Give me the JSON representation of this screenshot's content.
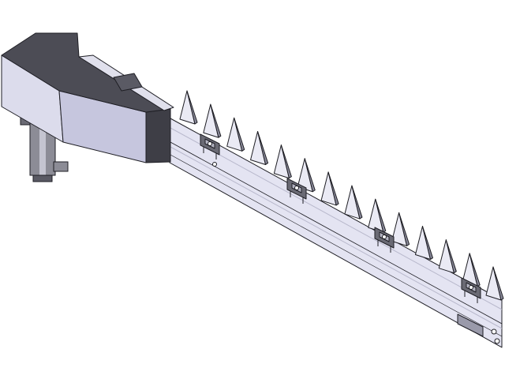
{
  "scene": {
    "subject": "cutter-bar-cad-render",
    "colors": {
      "background": "#ffffff",
      "housing_top": "#4c4c55",
      "housing_left": "#dcdcec",
      "housing_front": "#c6c6de",
      "housing_side": "#3e3e46",
      "bar_face": "#e4e4f2",
      "bar_edge": "#b8b8cc",
      "tooth_light": "#eaeaf4",
      "tooth_dark": "#8a8a9a",
      "clip": "#6a6a74",
      "outline": "#1e1e24"
    },
    "tooth_count": 14,
    "clip_count": 4
  }
}
